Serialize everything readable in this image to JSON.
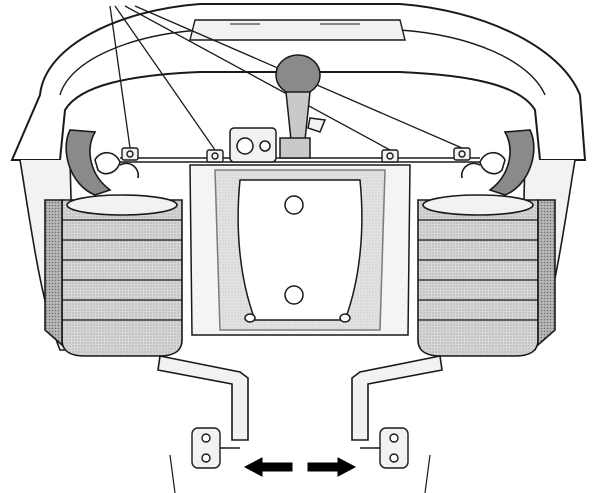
{
  "figure": {
    "kind": "technical-illustration",
    "subject": "underbody-exhaust-mounting",
    "callout_line_count": 4,
    "has_text": false
  },
  "colors": {
    "background": "#ffffff",
    "line": "#1a1a1a",
    "fill_light": "#f2f2f2",
    "fill_shade": "#c9c9c9",
    "fill_dark": "#8a8a8a",
    "arrow": "#000000"
  },
  "arrows": [
    {
      "direction": "left"
    },
    {
      "direction": "right"
    }
  ]
}
